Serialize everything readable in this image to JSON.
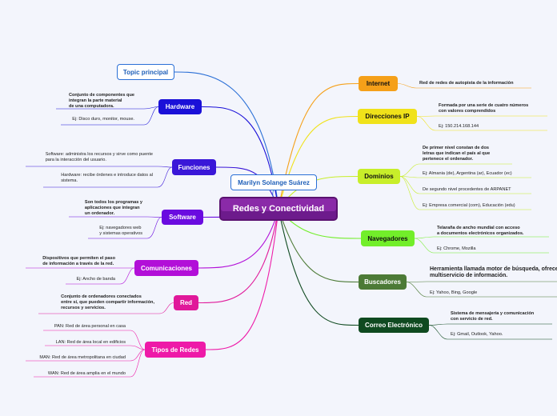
{
  "central": "Redes y Conectividad",
  "author": "Marilyn Solange Suárez",
  "left_branches": [
    {
      "id": "topic",
      "label": "Topic principal",
      "color": "#2a6fd6",
      "notes": []
    },
    {
      "id": "hardware",
      "label": "Hardware",
      "color": "#1a10d8",
      "notes": [
        {
          "text": "Conjunto de componentes que\nintegran la parte material\nde una computadora.",
          "bold": true
        },
        {
          "text": "Ej: Disco duro, monitor, mouse.",
          "bold": false
        }
      ]
    },
    {
      "id": "funciones",
      "label": "Funciones",
      "color": "#3a17d8",
      "notes": [
        {
          "text": "Software: administra los recursos y sirve como puente\npara la interacción del usuario.",
          "bold": false
        },
        {
          "text": "Hardware: recibe órdenes e introduce datos al\nsistema.",
          "bold": false
        }
      ]
    },
    {
      "id": "software",
      "label": "Software",
      "color": "#6a0be0",
      "notes": [
        {
          "text": "Son todos los programas y\naplicaciones que integran\nun ordenador.",
          "bold": true
        },
        {
          "text": "Ej: navegadores web\ny sistemas operativos",
          "bold": false
        }
      ]
    },
    {
      "id": "comunicaciones",
      "label": "Comunicaciones",
      "color": "#b20fd8",
      "notes": [
        {
          "text": "Dispositivos que permiten el paso\nde información a través de la red.",
          "bold": true
        },
        {
          "text": "Ej: Ancho de banda",
          "bold": false
        }
      ]
    },
    {
      "id": "red",
      "label": "Red",
      "color": "#e0199a",
      "notes": [
        {
          "text": "Conjunto de ordenadores conectados\nentre sí, que pueden compartir información,\nrecursos y servicios.",
          "bold": true
        }
      ]
    },
    {
      "id": "tipos",
      "label": "Tipos de Redes",
      "color": "#ee1aa8",
      "notes": [
        {
          "text": "PAN: Red de área personal en casa",
          "bold": false
        },
        {
          "text": "LAN: Red de área local en edificios",
          "bold": false
        },
        {
          "text": "MAN: Red de área metropolitana en ciudad",
          "bold": false
        },
        {
          "text": "WAN: Red de área amplia en el mundo",
          "bold": false
        }
      ]
    }
  ],
  "right_branches": [
    {
      "id": "internet",
      "label": "Internet",
      "color": "#f5a019",
      "notes": [
        {
          "text": "Red de redes de autopista de la información",
          "bold": true
        }
      ]
    },
    {
      "id": "ip",
      "label": "Direcciones IP",
      "color": "#f0e21a",
      "notes": [
        {
          "text": "Formada por una serie de cuatro números\ncon valores comprendidos",
          "bold": true
        },
        {
          "text": "Ej: 150.214.168.144",
          "bold": false
        }
      ]
    },
    {
      "id": "dominios",
      "label": "Dominios",
      "color": "#c8ee2a",
      "notes": [
        {
          "text": "De primer nivel constan de dos\nletras que indican el país al que\npertenece el ordenador.",
          "bold": true
        },
        {
          "text": "Ej: Almania (de), Argentina (ar), Ecuador (ec)",
          "bold": false
        },
        {
          "text": "De segundo nivel procedentes de ARPANET",
          "bold": false
        },
        {
          "text": "Ej: Empresa comercial (com), Educación (edu)",
          "bold": false
        }
      ]
    },
    {
      "id": "navegadores",
      "label": "Navegadores",
      "color": "#72ee2a",
      "notes": [
        {
          "text": "Telaraña de ancho mundial con acceso\na documentos electrónicos organizados.",
          "bold": true
        },
        {
          "text": "Ej: Chrome, Mozilla",
          "bold": false
        }
      ]
    },
    {
      "id": "buscadores",
      "label": "Buscadores",
      "color": "#4c7a36",
      "notes": [
        {
          "text": "Herramienta llamada motor de búsqueda, ofrece\nmultiservicio de información.",
          "bold": true,
          "big": true
        },
        {
          "text": "Ej: Yahoo, Bing, Google",
          "bold": false
        }
      ]
    },
    {
      "id": "correo",
      "label": "Correo Electrónico",
      "color": "#0f4a20",
      "notes": [
        {
          "text": "Sistema de mensajería y comunicación\ncon servicio de red.",
          "bold": true
        },
        {
          "text": "Ej: Gmail, Outlook, Yahoo.",
          "bold": false
        }
      ]
    }
  ]
}
